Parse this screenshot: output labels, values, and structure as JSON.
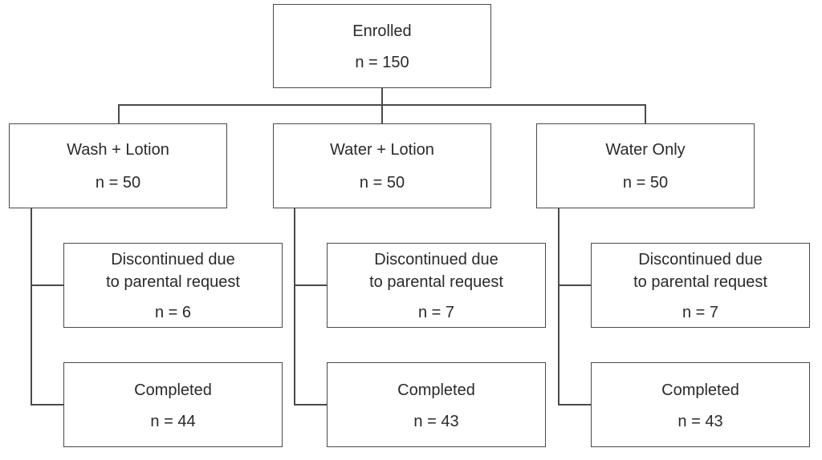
{
  "enrolled": {
    "title": "Enrolled",
    "n": "n = 150"
  },
  "arms": [
    {
      "title": "Wash + Lotion",
      "n": "n = 50",
      "discontinued": {
        "line1": "Discontinued due",
        "line2": "to parental request",
        "n": "n = 6"
      },
      "completed": {
        "title": "Completed",
        "n": "n = 44"
      }
    },
    {
      "title": "Water + Lotion",
      "n": "n = 50",
      "discontinued": {
        "line1": "Discontinued due",
        "line2": "to parental request",
        "n": "n = 7"
      },
      "completed": {
        "title": "Completed",
        "n": "n = 43"
      }
    },
    {
      "title": "Water Only",
      "n": "n = 50",
      "discontinued": {
        "line1": "Discontinued due",
        "line2": "to parental request",
        "n": "n = 7"
      },
      "completed": {
        "title": "Completed",
        "n": "n = 43"
      }
    }
  ]
}
